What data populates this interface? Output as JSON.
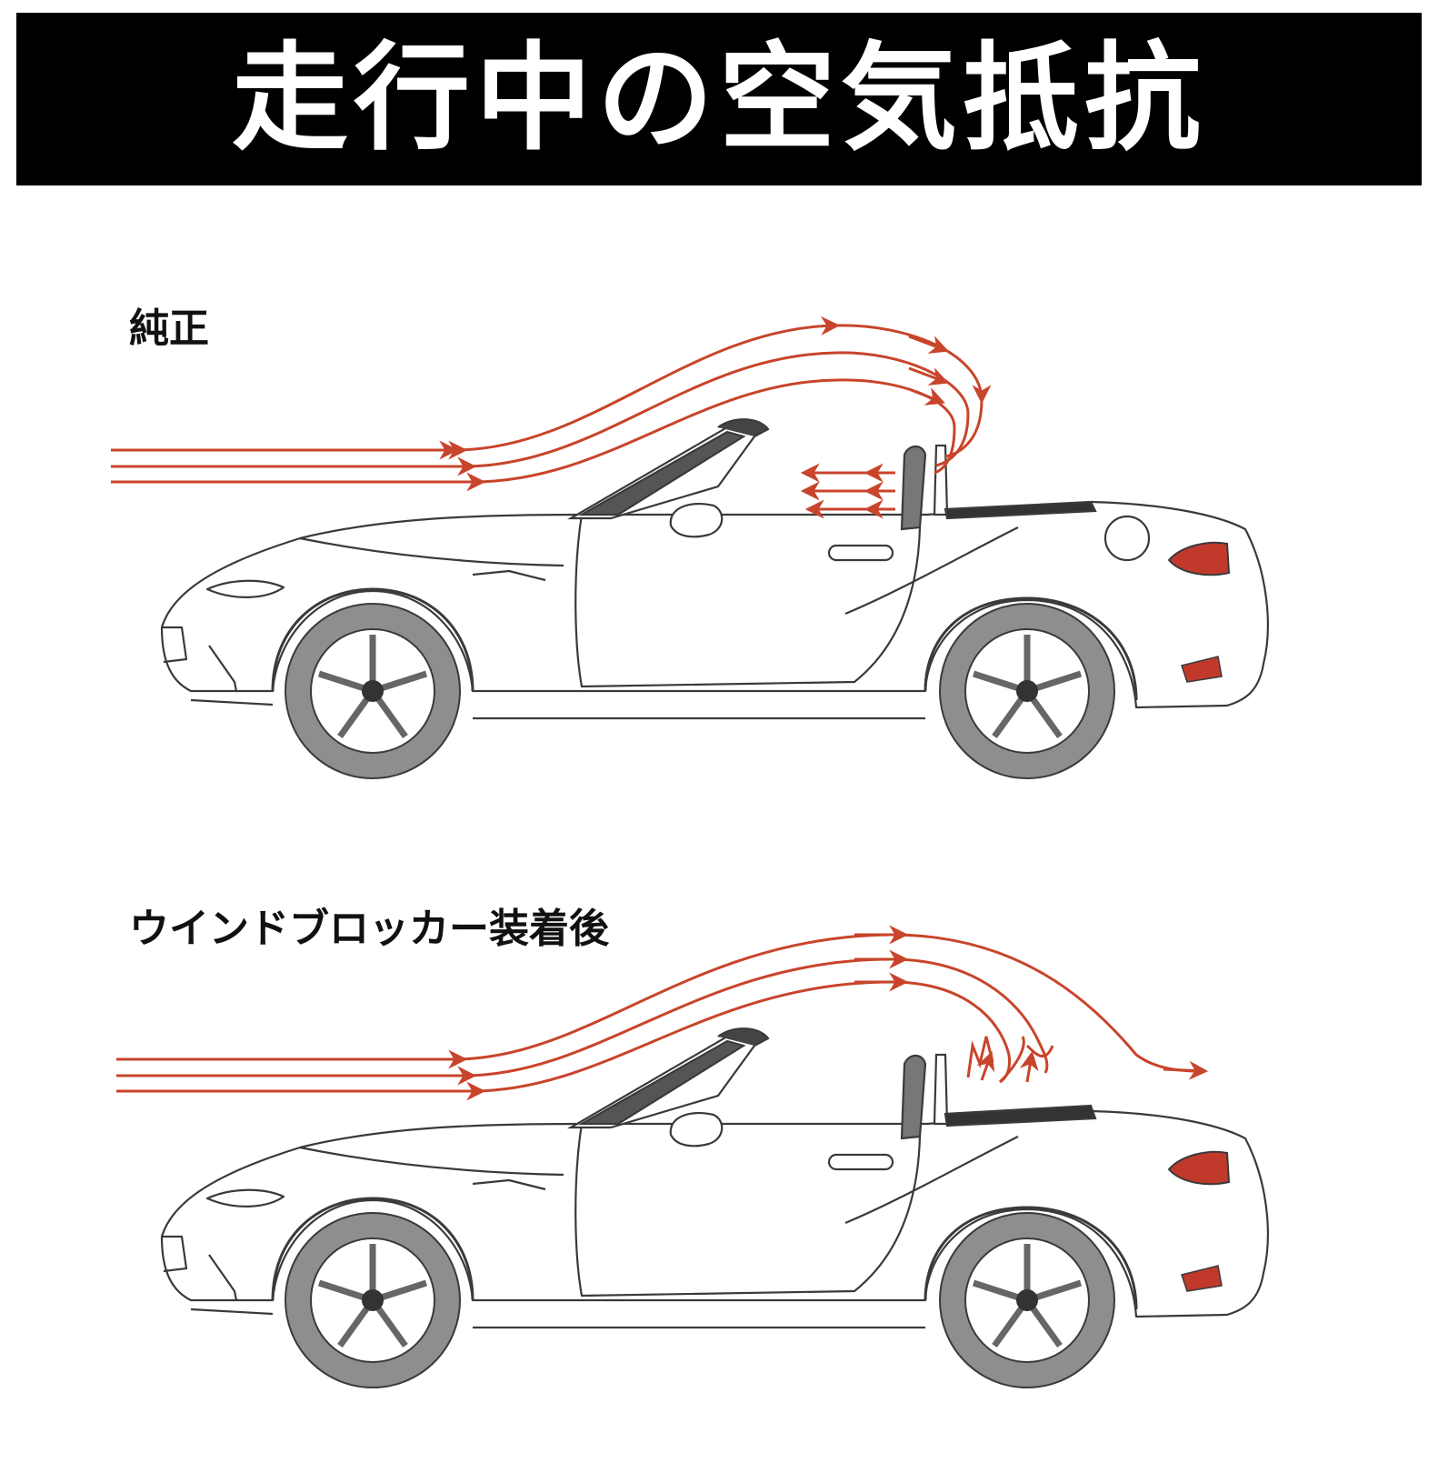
{
  "title": "走行中の空気抵抗",
  "panels": [
    {
      "label": "純正"
    },
    {
      "label": "ウインドブロッカー装着後"
    }
  ],
  "colors": {
    "airflow": "#c8442a",
    "title_background": "#000000",
    "title_text": "#ffffff",
    "car_outline": "#3a3a3a",
    "tire": "#8e8e8e",
    "tail_light": "#c0392b"
  }
}
